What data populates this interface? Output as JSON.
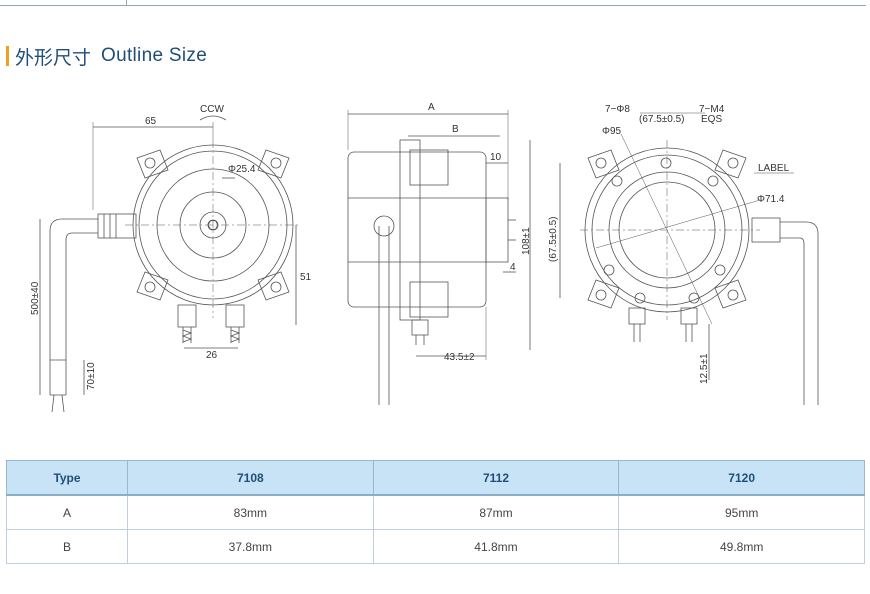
{
  "heading": {
    "cn": "外形尺寸",
    "en": "Outline Size"
  },
  "views": {
    "left": {
      "ccw": "CCW",
      "dim_65": "65",
      "dim_phi25": "Φ25.4",
      "dim_51": "51",
      "dim_26": "26",
      "dim_500": "500±40",
      "dim_70": "70±10"
    },
    "middle": {
      "dim_a": "A",
      "dim_b": "B",
      "dim_10": "10",
      "dim_108": "108±1",
      "dim_4": "4",
      "dim_43": "43.5±2"
    },
    "right": {
      "dim_7phi8": "7−Φ8",
      "dim_675_top": "(67.5±0.5)",
      "dim_7m4": "7−M4",
      "dim_eqs": "EQS",
      "dim_phi95": "Φ95",
      "label": "LABEL",
      "dim_phi71": "Φ71.4",
      "dim_675_side": "(67.5±0.5)",
      "dim_125": "12.5±1"
    }
  },
  "table": {
    "headers": [
      "Type",
      "7108",
      "7112",
      "7120"
    ],
    "rows": [
      [
        "A",
        "83mm",
        "87mm",
        "95mm"
      ],
      [
        "B",
        "37.8mm",
        "41.8mm",
        "49.8mm"
      ]
    ]
  },
  "colors": {
    "heading": "#1f4e79",
    "accent": "#f0a020",
    "table_header": "#c7e3f5"
  }
}
